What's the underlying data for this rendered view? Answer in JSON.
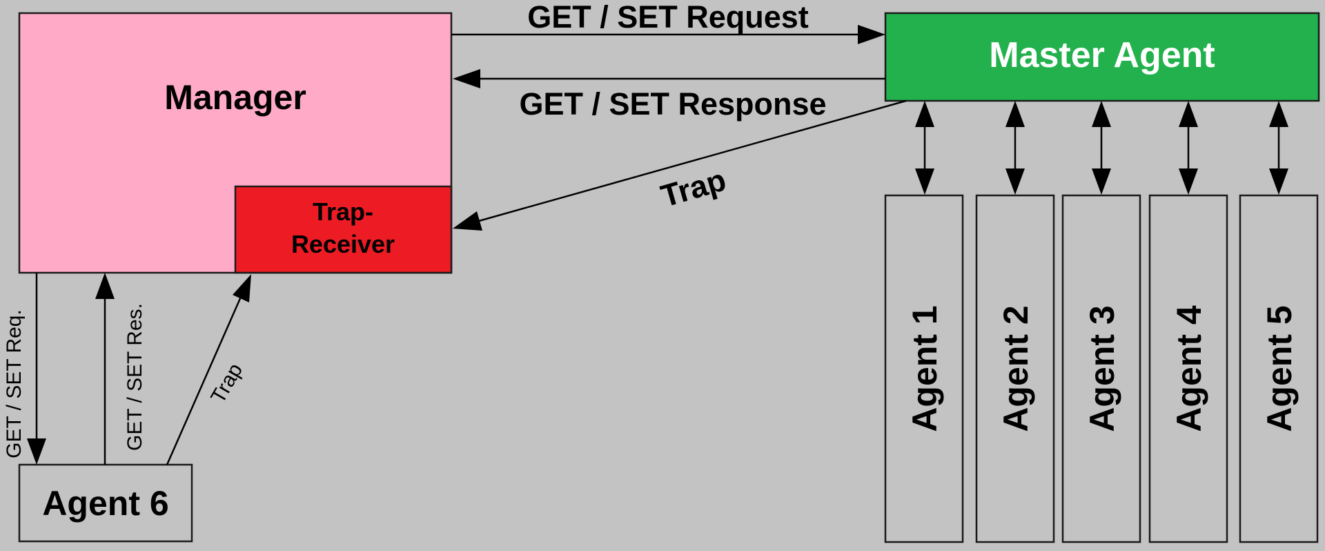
{
  "manager": {
    "label": "Manager",
    "trap_receiver": [
      "Trap-",
      "Receiver"
    ]
  },
  "master_agent": {
    "label": "Master Agent"
  },
  "agent6": {
    "label": "Agent 6"
  },
  "agents": [
    "Agent 1",
    "Agent 2",
    "Agent 3",
    "Agent 4",
    "Agent 5"
  ],
  "edges": {
    "get_set_request": "GET / SET Request",
    "get_set_response": "GET / SET Response",
    "trap_master": "Trap",
    "get_set_req_short": "GET / SET Req.",
    "get_set_res_short": "GET / SET Res.",
    "trap_agent6": "Trap"
  },
  "colors": {
    "background": "#c3c3c3",
    "manager": "#ffaac6",
    "trap_receiver": "#ed1c24",
    "master_agent": "#22b14c",
    "agent": "#c3c3c3"
  }
}
